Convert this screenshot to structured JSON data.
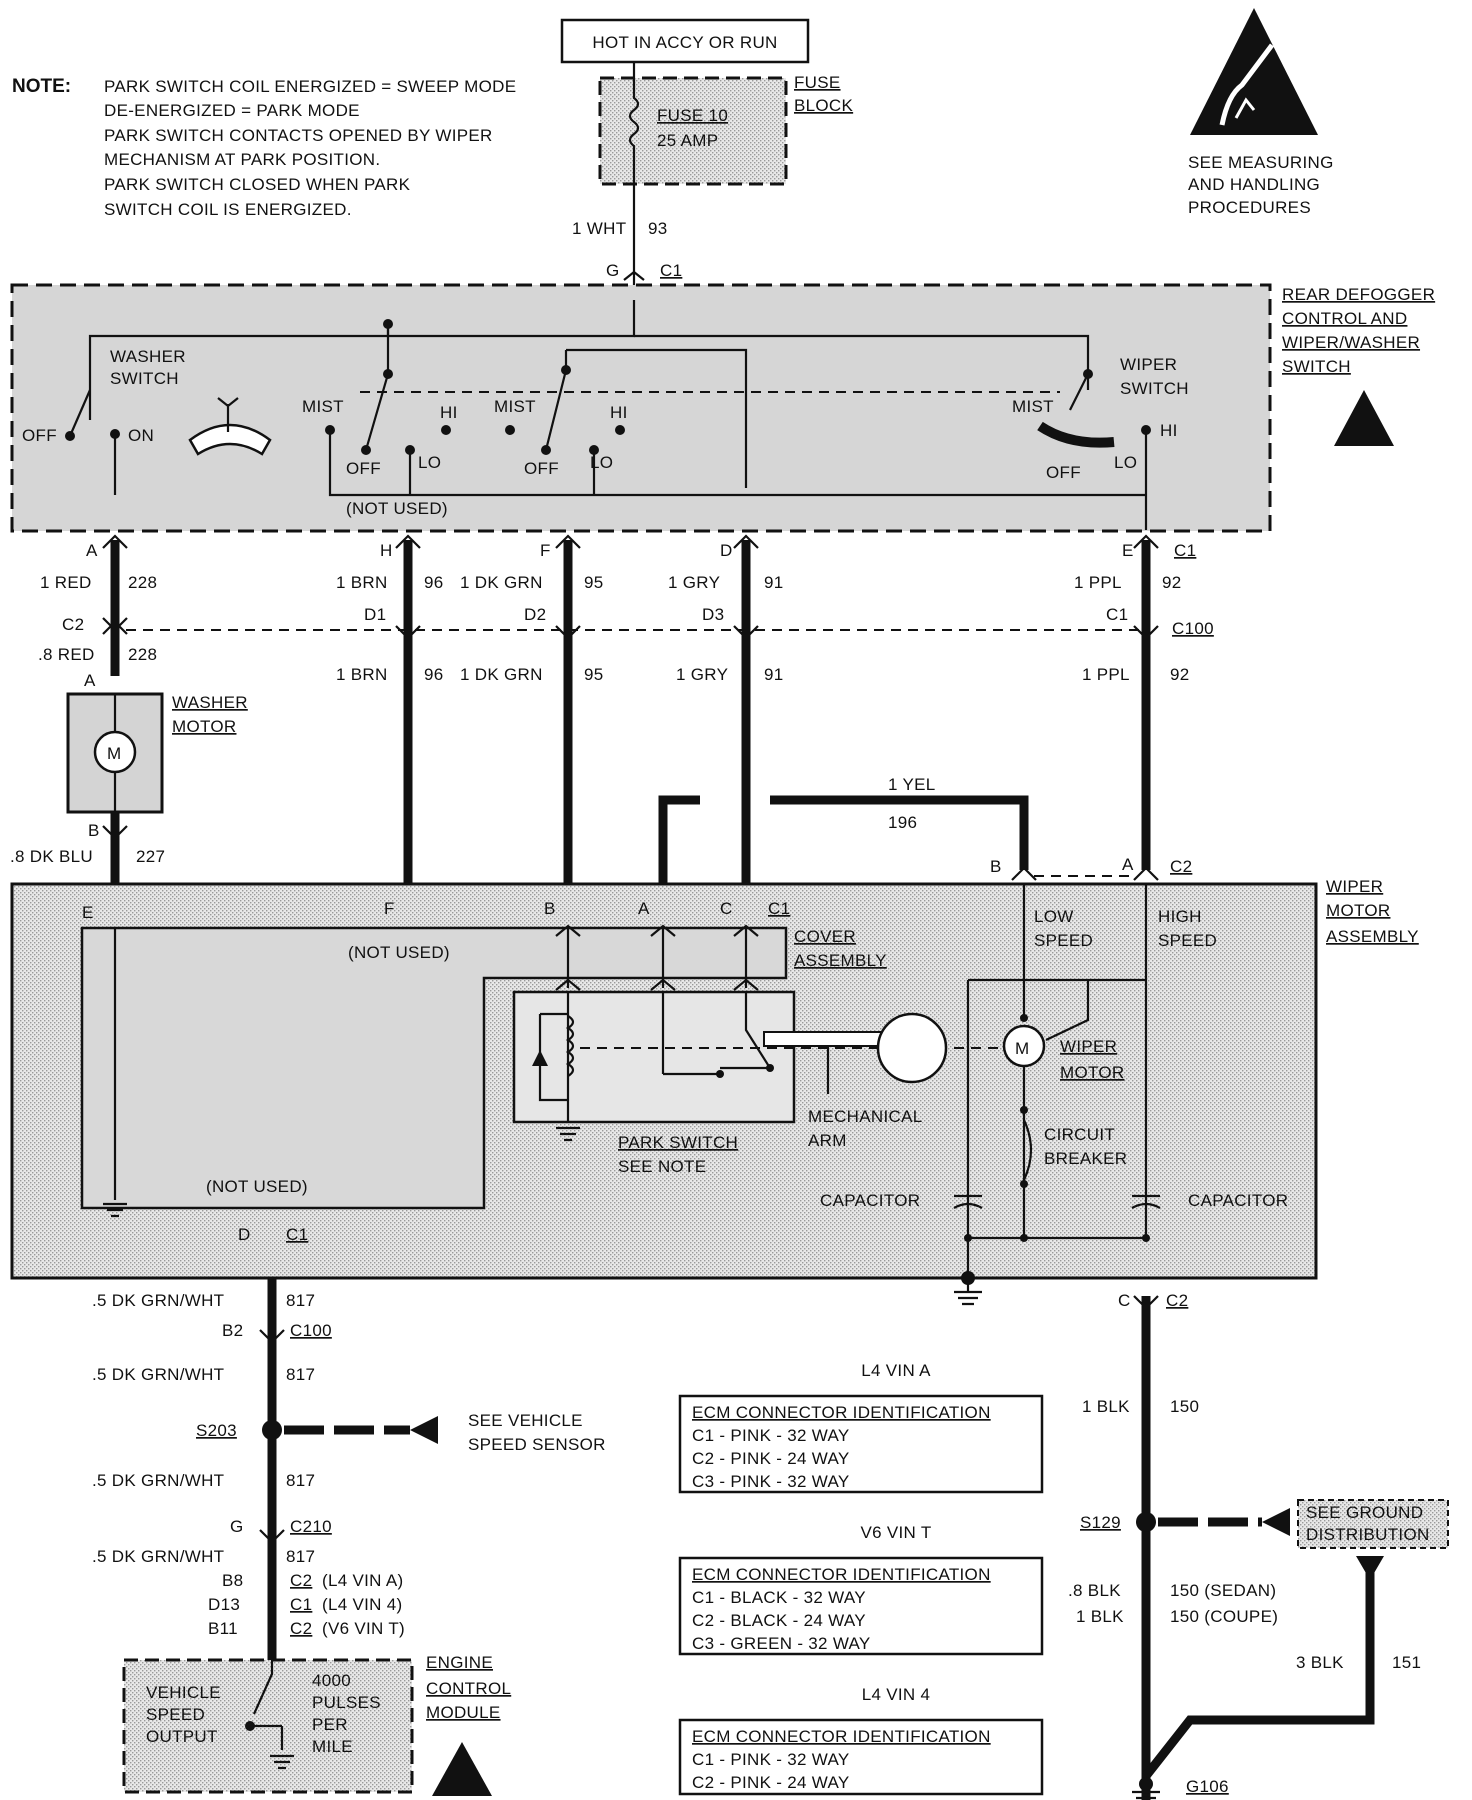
{
  "source": {
    "label": "HOT IN ACCY OR RUN"
  },
  "note": {
    "head": "NOTE:",
    "lines": [
      "PARK SWITCH COIL ENERGIZED = SWEEP MODE",
      "DE-ENERGIZED = PARK MODE",
      "PARK SWITCH CONTACTS OPENED BY WIPER",
      "MECHANISM AT PARK POSITION.",
      "PARK SWITCH CLOSED WHEN PARK",
      "SWITCH COIL IS ENERGIZED."
    ]
  },
  "fuse": {
    "name": "FUSE 10",
    "rating": "25 AMP",
    "block_1": "FUSE",
    "block_2": "BLOCK"
  },
  "esd": {
    "lines": [
      "SEE MEASURING",
      "AND HANDLING",
      "PROCEDURES"
    ]
  },
  "feed": {
    "color": "1 WHT",
    "circuit": "93",
    "pin": "G",
    "conn": "C1"
  },
  "control": {
    "title": [
      "REAR DEFOGGER",
      "CONTROL AND",
      "WIPER/WASHER",
      "SWITCH"
    ],
    "washer_1": "WASHER",
    "washer_2": "SWITCH",
    "off": "OFF",
    "on": "ON",
    "mist": "MIST",
    "hi": "HI",
    "lo": "LO",
    "not_used": "(NOT USED)",
    "wiper_1": "WIPER",
    "wiper_2": "SWITCH",
    "conn": "C1"
  },
  "pins_top": [
    "A",
    "H",
    "F",
    "D",
    "E"
  ],
  "wires_top": [
    {
      "color": "1 RED",
      "circuit": "228"
    },
    {
      "color": "1 BRN",
      "circuit": "96"
    },
    {
      "color": "1 DK GRN",
      "circuit": "95"
    },
    {
      "color": "1 GRY",
      "circuit": "91"
    },
    {
      "color": "1 PPL",
      "circuit": "92"
    }
  ],
  "c100_row": {
    "left_conn": "C2",
    "pins": [
      "D1",
      "D2",
      "D3",
      "C1"
    ],
    "conn": "C100"
  },
  "wires_mid": [
    {
      "color": ".8 RED",
      "circuit": "228"
    },
    {
      "color": "1 BRN",
      "circuit": "96"
    },
    {
      "color": "1 DK GRN",
      "circuit": "95"
    },
    {
      "color": "1 GRY",
      "circuit": "91"
    },
    {
      "color": "1 PPL",
      "circuit": "92"
    }
  ],
  "washer_motor": {
    "pin_a": "A",
    "pin_b": "B",
    "label_1": "WASHER",
    "label_2": "MOTOR",
    "m": "M"
  },
  "wire_227": {
    "color": ".8 DK BLU",
    "circuit": "227"
  },
  "wire_196": {
    "color": "1 YEL",
    "circuit": "196"
  },
  "c2_top": {
    "pin_b": "B",
    "pin_a": "A",
    "conn": "C2"
  },
  "wiper_assembly": {
    "title": [
      "WIPER",
      "MOTOR",
      "ASSEMBLY"
    ],
    "pins": [
      "E",
      "F",
      "B",
      "A",
      "C"
    ],
    "conn": "C1",
    "not_used": "(NOT USED)",
    "cover_1": "COVER",
    "cover_2": "ASSEMBLY",
    "low_1": "LOW",
    "low_2": "SPEED",
    "high_1": "HIGH",
    "high_2": "SPEED",
    "wiper_motor_1": "WIPER",
    "wiper_motor_2": "MOTOR",
    "mech_1": "MECHANICAL",
    "mech_2": "ARM",
    "park_1": "PARK SWITCH",
    "park_2": "SEE NOTE",
    "breaker_1": "CIRCUIT",
    "breaker_2": "BREAKER",
    "capacitor": "CAPACITOR",
    "bottom_pin": "D",
    "bottom_conn": "C1",
    "gnd_pin": "C",
    "gnd_conn": "C2"
  },
  "vss": {
    "seg1": {
      "color": ".5 DK GRN/WHT",
      "circuit": "817"
    },
    "c100": {
      "pin": "B2",
      "conn": "C100"
    },
    "seg2": {
      "color": ".5 DK GRN/WHT",
      "circuit": "817"
    },
    "splice": "S203",
    "see_1": "SEE VEHICLE",
    "see_2": "SPEED SENSOR",
    "seg3": {
      "color": ".5 DK GRN/WHT",
      "circuit": "817"
    },
    "c210": {
      "pin": "G",
      "conn": "C210"
    },
    "seg4": {
      "color": ".5 DK GRN/WHT",
      "circuit": "817"
    },
    "ecm_pins": [
      {
        "pin": "B8",
        "conn": "C2",
        "note": "(L4 VIN A)"
      },
      {
        "pin": "D13",
        "conn": "C1",
        "note": "(L4 VIN 4)"
      },
      {
        "pin": "B11",
        "conn": "C2",
        "note": "(V6 VIN T)"
      }
    ]
  },
  "ecm": {
    "title": [
      "ENGINE",
      "CONTROL",
      "MODULE"
    ],
    "output": [
      "VEHICLE",
      "SPEED",
      "OUTPUT"
    ],
    "pulses": [
      "4000",
      "PULSES",
      "PER",
      "MILE"
    ]
  },
  "ecm_tables": [
    {
      "engine": "L4 VIN A",
      "header": "ECM CONNECTOR IDENTIFICATION",
      "rows": [
        "C1 - PINK - 32 WAY",
        "C2 - PINK - 24 WAY",
        "C3 - PINK - 32 WAY"
      ]
    },
    {
      "engine": "V6 VIN T",
      "header": "ECM CONNECTOR IDENTIFICATION",
      "rows": [
        "C1 - BLACK - 32 WAY",
        "C2 - BLACK - 24 WAY",
        "C3 - GREEN - 32 WAY"
      ]
    },
    {
      "engine": "L4 VIN 4",
      "header": "ECM CONNECTOR IDENTIFICATION",
      "rows": [
        "C1 - PINK - 32 WAY",
        "C2 - PINK - 24 WAY"
      ]
    }
  ],
  "ground": {
    "wire_150": {
      "color": "1 BLK",
      "circuit": "150"
    },
    "splice": "S129",
    "see_1": "SEE GROUND",
    "see_2": "DISTRIBUTION",
    "sedan": {
      "color": ".8 BLK",
      "circuit": "150 (SEDAN)"
    },
    "coupe": {
      "color": "1 BLK",
      "circuit": "150 (COUPE)"
    },
    "wire_151": {
      "color": "3 BLK",
      "circuit": "151"
    },
    "g": "G106"
  }
}
